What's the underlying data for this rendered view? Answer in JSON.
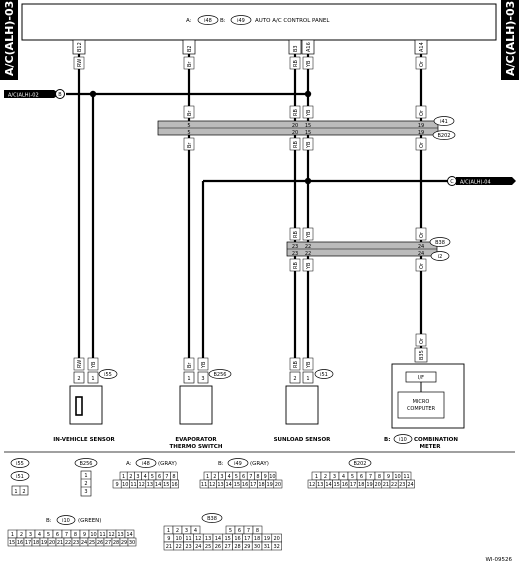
{
  "side_tab_left": "A/C(ALH)-03",
  "side_tab_right": "A/C(ALH)-03",
  "panel": {
    "prefix_a": "A:",
    "conn_a": "i48",
    "prefix_b": "B:",
    "conn_b": "i49",
    "title": "AUTO A/C CONTROL PANEL"
  },
  "panel_pins": [
    "B12",
    "B2",
    "B3",
    "A16",
    "A14"
  ],
  "wire_colors": {
    "w1": "RW",
    "w2": "YB",
    "w3": "Br",
    "w4": "RB",
    "w5": "YB",
    "w6": "Or"
  },
  "refs": {
    "b": {
      "letter": "B",
      "text": "A/C(ALH)-02"
    },
    "c": {
      "letter": "C",
      "text": "A/C(ALH)-04"
    }
  },
  "joint1": {
    "conns": [
      "i41",
      "B202"
    ],
    "pins_top": [
      "5",
      "20",
      "15",
      "19"
    ],
    "pins_bot": [
      "5",
      "20",
      "15",
      "19"
    ]
  },
  "joint2": {
    "conns": [
      "B38",
      "i2"
    ],
    "pins_top": [
      "23",
      "22",
      "24"
    ],
    "pins_bot": [
      "23",
      "22",
      "24"
    ]
  },
  "comp_pins": {
    "in_vehicle": [
      "2",
      "1"
    ],
    "evap": [
      "1",
      "3"
    ],
    "sunload": [
      "2",
      "1"
    ],
    "meter": "B35"
  },
  "comp_conns": {
    "in_vehicle": "i55",
    "evap": "B256",
    "sunload": "i51"
  },
  "labels": {
    "in_vehicle": "IN-VEHICLE SENSOR",
    "evap_1": "EVAPORATOR",
    "evap_2": "THERMO SWITCH",
    "sunload": "SUNLOAD SENSOR",
    "meter_prefix": "B:",
    "meter_conn": "i10",
    "meter_1": "COMBINATION",
    "meter_2": "METER",
    "if": "I/F",
    "micro_1": "MICRO",
    "micro_2": "COMPUTER"
  },
  "legend": {
    "c1": {
      "names": [
        "i55",
        "i51"
      ],
      "pins": [
        "1",
        "2"
      ]
    },
    "c2": {
      "name": "B256",
      "pins": [
        "1",
        "2",
        "3"
      ]
    },
    "c3": {
      "prefix": "A:",
      "name": "i48",
      "note": "(GRAY)",
      "row1": [
        "1",
        "2",
        "3",
        "4",
        "5",
        "6",
        "7",
        "8"
      ],
      "row2": [
        "9",
        "10",
        "11",
        "12",
        "13",
        "14",
        "15",
        "16"
      ]
    },
    "c4": {
      "prefix": "B:",
      "name": "i49",
      "note": "(GRAY)",
      "row1": [
        "1",
        "2",
        "3",
        "4",
        "5",
        "6",
        "7",
        "8",
        "9",
        "10"
      ],
      "row2": [
        "11",
        "12",
        "13",
        "14",
        "15",
        "16",
        "17",
        "18",
        "19",
        "20"
      ]
    },
    "c5": {
      "name": "B202",
      "row1": [
        "1",
        "2",
        "3",
        "4",
        "5",
        "6",
        "7",
        "8",
        "9",
        "10",
        "11"
      ],
      "row2": [
        "12",
        "13",
        "14",
        "15",
        "16",
        "17",
        "18",
        "19",
        "20",
        "21",
        "22",
        "23",
        "24"
      ]
    },
    "c6": {
      "prefix": "B:",
      "name": "i10",
      "note": "(GREEN)",
      "row1": [
        "1",
        "2",
        "3",
        "4",
        "5",
        "6",
        "7",
        "8",
        "9",
        "10",
        "11",
        "12",
        "13",
        "14"
      ],
      "row2": [
        "15",
        "16",
        "17",
        "18",
        "19",
        "20",
        "21",
        "22",
        "23",
        "24",
        "25",
        "26",
        "27",
        "28",
        "29",
        "30"
      ]
    },
    "c7": {
      "name": "B38",
      "row1a": [
        "1",
        "2",
        "3",
        "4"
      ],
      "row1b": [
        "5",
        "6",
        "7",
        "8"
      ],
      "row2": [
        "9",
        "10",
        "11",
        "12",
        "13",
        "14",
        "15",
        "16",
        "17",
        "18",
        "19",
        "20"
      ],
      "row3": [
        "21",
        "22",
        "23",
        "24",
        "25",
        "26",
        "27",
        "28",
        "29",
        "30",
        "31",
        "32"
      ]
    }
  },
  "figure_id": "WI-09526"
}
